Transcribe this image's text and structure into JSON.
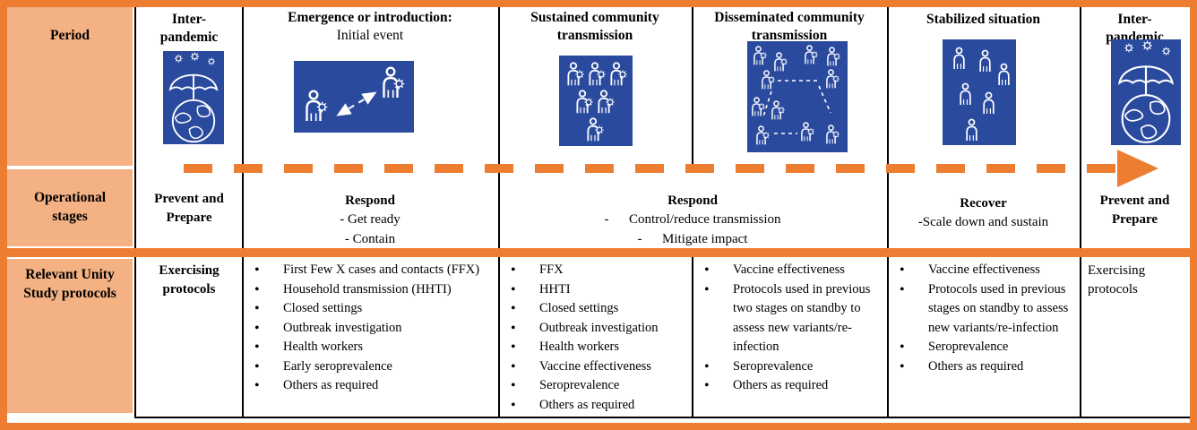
{
  "colors": {
    "border_orange": "#ED7D31",
    "cell_orange": "#F4B183",
    "icon_blue": "#2A4A9E",
    "line_black": "#000000"
  },
  "row_labels": {
    "period": "Period",
    "operational_stages": "Operational\nstages",
    "protocols": "Relevant Unity\nStudy protocols"
  },
  "periods": [
    {
      "title": "Inter-\npandemic",
      "subtitle": "",
      "icon": "umbrella-globe-virus-icon"
    },
    {
      "title": "Emergence or introduction:",
      "subtitle": "Initial event",
      "icon": "person-to-person-transmission-icon"
    },
    {
      "title": "Sustained community\ntransmission",
      "subtitle": "",
      "icon": "infected-group-icon"
    },
    {
      "title": "Disseminated community\ntransmission",
      "subtitle": "",
      "icon": "infected-network-icon"
    },
    {
      "title": "Stabilized situation",
      "subtitle": "",
      "icon": "healthy-group-icon"
    },
    {
      "title": "Inter-\npandemic",
      "subtitle": "",
      "icon": "umbrella-globe-virus-icon"
    }
  ],
  "stages": [
    {
      "title": "Prevent and\nPrepare",
      "items": []
    },
    {
      "title": "Respond",
      "items": [
        "- Get ready",
        "- Contain"
      ]
    },
    {
      "title": "Respond",
      "items": [
        "-  Control/reduce transmission",
        "-  Mitigate impact"
      ]
    },
    {
      "title": "Recover",
      "items": [
        "-Scale down and sustain"
      ]
    },
    {
      "title": "Prevent and\nPrepare",
      "items": []
    }
  ],
  "protocols": [
    {
      "type": "text",
      "bold": true,
      "text": "Exercising\nprotocols"
    },
    {
      "type": "bullets",
      "items": [
        "First Few X cases and contacts (FFX)",
        "Household transmission (HHTI)",
        "Closed settings",
        "Outbreak investigation",
        "Health workers",
        "Early seroprevalence",
        "Others as required"
      ]
    },
    {
      "type": "bullets",
      "items": [
        "FFX",
        "HHTI",
        "Closed settings",
        "Outbreak investigation",
        "Health workers",
        "Vaccine effectiveness",
        "Seroprevalence",
        "Others as required"
      ]
    },
    {
      "type": "bullets",
      "items": [
        "Vaccine effectiveness",
        "Protocols used in previous two stages on standby to assess new variants/re-infection",
        "Seroprevalence",
        "Others as required"
      ]
    },
    {
      "type": "bullets",
      "items": [
        "Vaccine effectiveness",
        "Protocols used in previous stages on standby to assess new variants/re-infection",
        "Seroprevalence",
        "Others as required"
      ]
    },
    {
      "type": "text",
      "bold": false,
      "text": "Exercising protocols"
    }
  ]
}
